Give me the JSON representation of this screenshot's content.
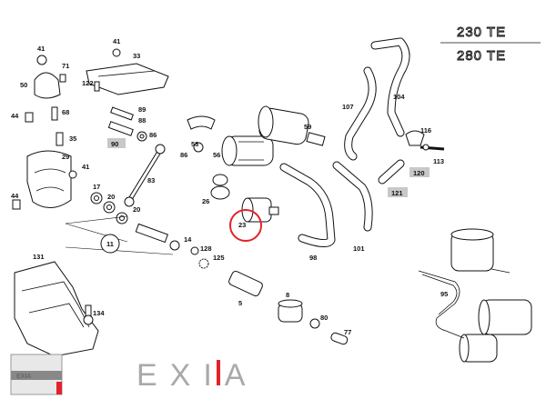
{
  "diagram": {
    "model_badges": [
      "230 TE",
      "280 TE"
    ],
    "watermark": {
      "text": "EXIA",
      "badge_text": "EXIA"
    },
    "highlighted_part": "23",
    "grey_labels": [
      "90",
      "120",
      "121"
    ],
    "labels": {
      "p41a": "41",
      "p41b": "41",
      "p41c": "41",
      "p71": "71",
      "p33": "33",
      "p122": "122",
      "p50": "50",
      "p68": "68",
      "p44a": "44",
      "p44b": "44",
      "p89": "89",
      "p88": "88",
      "p86a": "86",
      "p86b": "86",
      "p90": "90",
      "p35": "35",
      "p29": "29",
      "p53": "53",
      "p56": "56",
      "p59": "59",
      "p26": "26",
      "p17": "17",
      "p20a": "20",
      "p20b": "20",
      "p83": "83",
      "p23": "23",
      "p11": "11",
      "p14": "14",
      "p128": "128",
      "p125": "125",
      "p5": "5",
      "p131": "131",
      "p134": "134",
      "p8": "8",
      "p80": "80",
      "p77": "77",
      "p98": "98",
      "p101": "101",
      "p107": "107",
      "p104": "104",
      "p116": "116",
      "p120": "120",
      "p113": "113",
      "p121": "121",
      "p95": "95"
    }
  }
}
